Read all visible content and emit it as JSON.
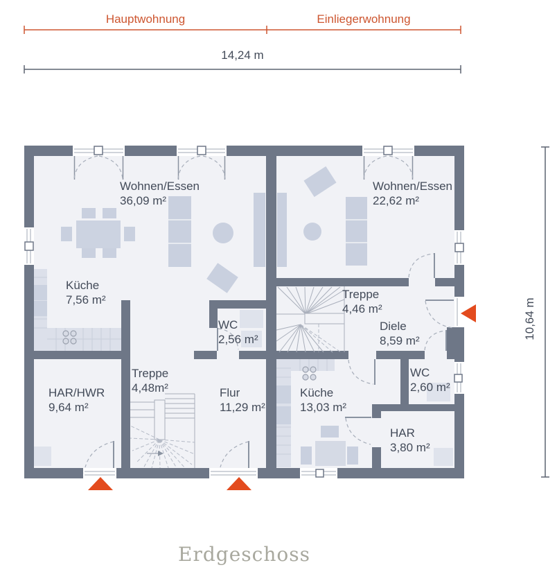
{
  "header": {
    "left_unit_label": "Hauptwohnung",
    "right_unit_label": "Einliegerwohnung",
    "width_dimension": "14,24 m"
  },
  "side": {
    "height_dimension": "10,64 m"
  },
  "title": "Erdgeschoss",
  "colors": {
    "accent_orange": "#cd5630",
    "arrow_orange": "#e34b1e",
    "wall_gray": "#6e7787",
    "floor": "#f1f2f6",
    "furniture": "#c9d0df",
    "label_text": "#434b59",
    "title_gray": "#a8a89e"
  },
  "rooms": [
    {
      "id": "wohnen-essen-haupt",
      "name": "Wohnen/Essen",
      "area": "36,09 m²"
    },
    {
      "id": "kueche-haupt",
      "name": "Küche",
      "area": "7,56 m²"
    },
    {
      "id": "wc-haupt",
      "name": "WC",
      "area": "2,56 m²"
    },
    {
      "id": "treppe-haupt",
      "name": "Treppe",
      "area": "4,48m²"
    },
    {
      "id": "har-hwr",
      "name": "HAR/HWR",
      "area": "9,64 m²"
    },
    {
      "id": "flur",
      "name": "Flur",
      "area": "11,29 m²"
    },
    {
      "id": "wohnen-essen-einlieger",
      "name": "Wohnen/Essen",
      "area": "22,62 m²"
    },
    {
      "id": "treppe-einlieger",
      "name": "Treppe",
      "area": "4,46 m²"
    },
    {
      "id": "diele",
      "name": "Diele",
      "area": "8,59 m²"
    },
    {
      "id": "kueche-einlieger",
      "name": "Küche",
      "area": "13,03 m²"
    },
    {
      "id": "wc-einlieger",
      "name": "WC",
      "area": "2,60 m²"
    },
    {
      "id": "har-einlieger",
      "name": "HAR",
      "area": "3,80 m²"
    }
  ]
}
